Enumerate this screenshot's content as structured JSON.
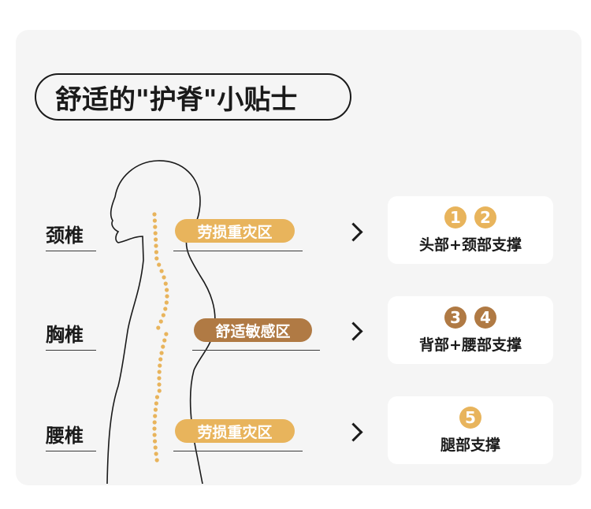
{
  "title": "舒适的\"护脊\"小贴士",
  "colors": {
    "gold": "#E8B45C",
    "brown": "#B07A44",
    "card_bg": "#f5f5f5",
    "spine_dots": "#E8B45C"
  },
  "rows": [
    {
      "label": "颈椎",
      "tag": "劳损重灾区",
      "tag_color": "#E8B45C",
      "numbers": [
        "1",
        "2"
      ],
      "number_color": "#E8B45C",
      "support": "头部+颈部支撑"
    },
    {
      "label": "胸椎",
      "tag": "舒适敏感区",
      "tag_color": "#B07A44",
      "numbers": [
        "3",
        "4"
      ],
      "number_color": "#B07A44",
      "support": "背部+腰部支撑"
    },
    {
      "label": "腰椎",
      "tag": "劳损重灾区",
      "tag_color": "#E8B45C",
      "numbers": [
        "5"
      ],
      "number_color": "#E8B45C",
      "support": "腿部支撑"
    }
  ]
}
